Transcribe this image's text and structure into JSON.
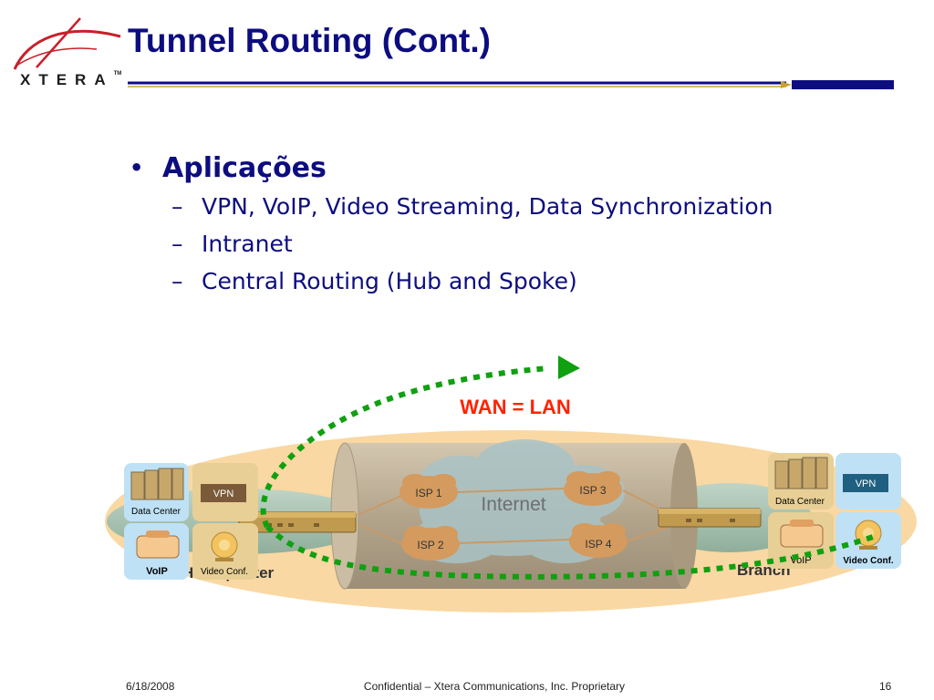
{
  "slide": {
    "logo_text": "XTERA",
    "logo_tm": "TM",
    "title": "Tunnel Routing (Cont.)",
    "bullet_main": "Aplicações",
    "sub_bullets": [
      "VPN, VoIP, Video Streaming, Data Synchronization",
      "Intranet",
      "Central Routing (Hub and Spoke)"
    ]
  },
  "diagram": {
    "wan_label": "WAN = LAN",
    "internet_label": "Internet",
    "isps": [
      "ISP 1",
      "ISP 2",
      "ISP 3",
      "ISP 4"
    ],
    "left_site": "Headquarter",
    "right_site": "Branch",
    "left_icons": [
      "Data Center",
      "VPN",
      "VoIP",
      "Video Conf."
    ],
    "right_icons": [
      "Data Center",
      "VPN",
      "VoIP",
      "Video Conf."
    ]
  },
  "footer": {
    "date": "6/18/2008",
    "confidential": "Confidential – Xtera Communications, Inc. Proprietary",
    "page": "16"
  },
  "colors": {
    "title": "#0d0d80",
    "wan_label": "#ff2200",
    "tunnel_dots": "#10a010",
    "ellipse": "#f9d8a3",
    "tunnel": "#b9aa92"
  }
}
